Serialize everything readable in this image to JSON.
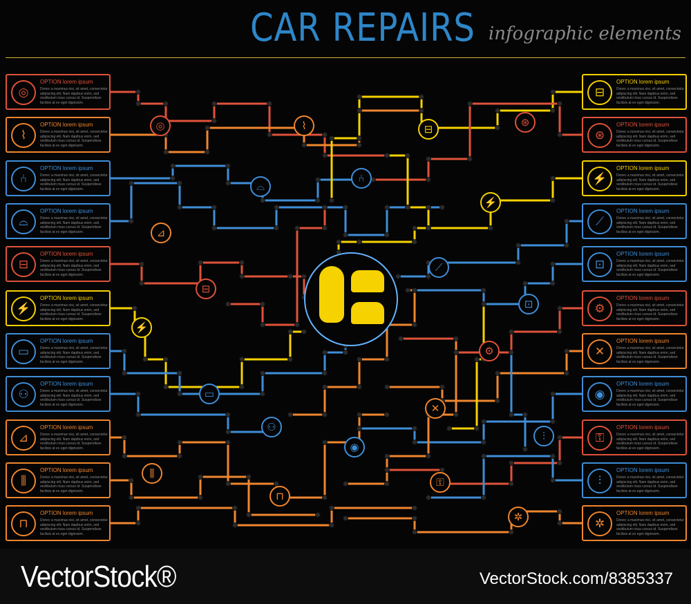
{
  "header": {
    "title": "CAR REPAIRS",
    "subtitle": "infographic elements"
  },
  "card_title": "OPTION lorem ipsum",
  "card_body": "Donec a maximus nisi, sit amet, consectetur adipiscing elit. Nam dapibus enim, sed vestibulum risus cursus id. Suspendisse facilisis at ex eget dignissim.",
  "colors": {
    "red": "#e0523a",
    "orange": "#f0862f",
    "blue": "#3f8ed8",
    "yellow": "#f6d200",
    "node": "#2c2c2c",
    "hub_border": "#64b4ff"
  },
  "left_cards": [
    {
      "color": "red",
      "icon": "tire-icon",
      "glyph": "◎"
    },
    {
      "color": "orange",
      "icon": "exhaust-icon",
      "glyph": "⌇"
    },
    {
      "color": "blue",
      "icon": "car-seats-icon",
      "glyph": "⑃"
    },
    {
      "color": "blue",
      "icon": "car-hood-icon",
      "glyph": "⌓"
    },
    {
      "color": "red",
      "icon": "car-front-icon",
      "glyph": "⊟"
    },
    {
      "color": "yellow",
      "icon": "spark-plug-icon",
      "glyph": "⚡"
    },
    {
      "color": "blue",
      "icon": "diagnostics-laptop-icon",
      "glyph": "▭"
    },
    {
      "color": "blue",
      "icon": "airbag-icon",
      "glyph": "⚇"
    },
    {
      "color": "orange",
      "icon": "car-door-icon",
      "glyph": "⊿"
    },
    {
      "color": "orange",
      "icon": "tire-tread-icon",
      "glyph": "⫼"
    },
    {
      "color": "orange",
      "icon": "car-body-repair-icon",
      "glyph": "⊓"
    }
  ],
  "right_cards": [
    {
      "color": "yellow",
      "icon": "car-side-icon",
      "glyph": "⊟"
    },
    {
      "color": "red",
      "icon": "steering-wheel-icon",
      "glyph": "⊛"
    },
    {
      "color": "yellow",
      "icon": "battery-icon",
      "glyph": "⚡"
    },
    {
      "color": "blue",
      "icon": "wiper-icon",
      "glyph": "⟋"
    },
    {
      "color": "blue",
      "icon": "car-lift-icon",
      "glyph": "⊡"
    },
    {
      "color": "red",
      "icon": "piston-icon",
      "glyph": "⚙"
    },
    {
      "color": "orange",
      "icon": "wrench-icon",
      "glyph": "✕"
    },
    {
      "color": "blue",
      "icon": "brake-disc-icon",
      "glyph": "◉"
    },
    {
      "color": "red",
      "icon": "key-fob-icon",
      "glyph": "⚿"
    },
    {
      "color": "blue",
      "icon": "shock-absorber-icon",
      "glyph": "⫶"
    },
    {
      "color": "orange",
      "icon": "alloy-wheel-icon",
      "glyph": "✲"
    }
  ],
  "diagram_icons": [
    {
      "color": "red",
      "icon": "tire-icon",
      "glyph": "◎"
    },
    {
      "color": "orange",
      "icon": "exhaust-icon",
      "glyph": "⌇"
    },
    {
      "color": "yellow",
      "icon": "car-side-icon",
      "glyph": "⊟"
    },
    {
      "color": "red",
      "icon": "steering-wheel-icon",
      "glyph": "⊛"
    },
    {
      "color": "blue",
      "icon": "car-hood-icon",
      "glyph": "⌓"
    },
    {
      "color": "blue",
      "icon": "car-seats-icon",
      "glyph": "⑃"
    },
    {
      "color": "yellow",
      "icon": "battery-icon",
      "glyph": "⚡"
    },
    {
      "color": "orange",
      "icon": "car-door-icon",
      "glyph": "⊿"
    },
    {
      "color": "blue",
      "icon": "wiper-icon",
      "glyph": "⟋"
    },
    {
      "color": "red",
      "icon": "car-front-icon",
      "glyph": "⊟"
    },
    {
      "color": "blue",
      "icon": "car-lift-icon",
      "glyph": "⊡"
    },
    {
      "color": "yellow",
      "icon": "spark-plug-icon",
      "glyph": "⚡"
    },
    {
      "color": "red",
      "icon": "piston-icon",
      "glyph": "⚙"
    },
    {
      "color": "blue",
      "icon": "diagnostics-laptop-icon",
      "glyph": "▭"
    },
    {
      "color": "orange",
      "icon": "wrench-icon",
      "glyph": "✕"
    },
    {
      "color": "blue",
      "icon": "airbag-icon",
      "glyph": "⚇"
    },
    {
      "color": "blue",
      "icon": "shock-absorber-icon",
      "glyph": "⫶"
    },
    {
      "color": "blue",
      "icon": "brake-disc-icon",
      "glyph": "◉"
    },
    {
      "color": "orange",
      "icon": "key-fob-icon",
      "glyph": "⚿"
    },
    {
      "color": "orange",
      "icon": "tire-tread-icon",
      "glyph": "⫼"
    },
    {
      "color": "orange",
      "icon": "car-body-repair-icon",
      "glyph": "⊓"
    },
    {
      "color": "orange",
      "icon": "alloy-wheel-icon",
      "glyph": "✲"
    }
  ],
  "footer": {
    "brand": "VectorStock®",
    "image_id": "VectorStock.com/8385337"
  }
}
